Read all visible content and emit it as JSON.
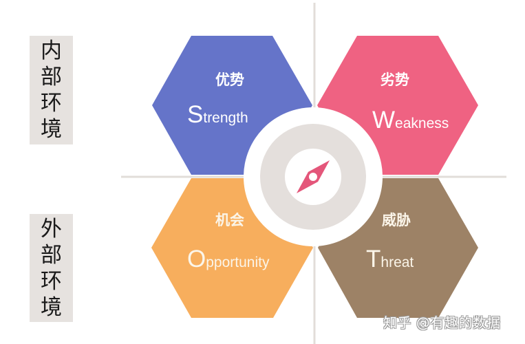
{
  "side_labels": {
    "internal": [
      "内",
      "部",
      "环",
      "境"
    ],
    "external": [
      "外",
      "部",
      "环",
      "境"
    ]
  },
  "quadrants": {
    "strength": {
      "cn": "优势",
      "en_initial": "S",
      "en_rest": "trength",
      "color": "#6574c9"
    },
    "weakness": {
      "cn": "劣势",
      "en_initial": "W",
      "en_rest": "eakness",
      "color": "#ef6282"
    },
    "opportunity": {
      "cn": "机会",
      "en_initial": "O",
      "en_rest": "pportunity",
      "color": "#f7ae5d"
    },
    "threat": {
      "cn": "威胁",
      "en_initial": "T",
      "en_rest": "hreat",
      "color": "#9d8266"
    }
  },
  "center": {
    "icon": "compass-icon",
    "ring_color": "#e4dfdc",
    "needle_color": "#e4567a"
  },
  "divider_color": "#e2ddd9",
  "watermark": "知乎 @有趣的数据"
}
